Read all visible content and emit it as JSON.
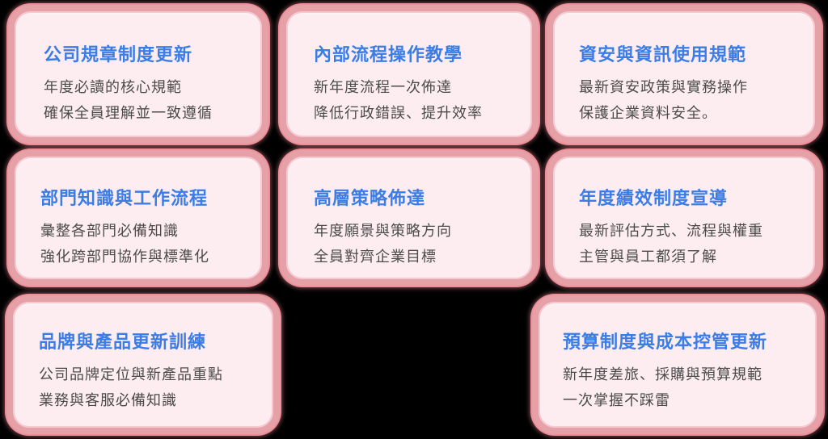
{
  "colors": {
    "background": "#000000",
    "card_fill": "#fdedf1",
    "card_border": "#e6a1a8",
    "title": "#3b7de6",
    "body_text": "#4b4b4b"
  },
  "cards": [
    {
      "title": "公司規章制度更新",
      "lines": [
        "年度必讀的核心規範",
        "確保全員理解並一致遵循"
      ]
    },
    {
      "title": "內部流程操作教學",
      "lines": [
        "新年度流程一次佈達",
        "降低行政錯誤、提升效率"
      ]
    },
    {
      "title": "資安與資訊使用規範",
      "lines": [
        "最新資安政策與實務操作",
        "保護企業資料安全。"
      ]
    },
    {
      "title": "部門知識與工作流程",
      "lines": [
        "彙整各部門必備知識",
        "強化跨部門協作與標準化"
      ]
    },
    {
      "title": "高層策略佈達",
      "lines": [
        "年度願景與策略方向",
        "全員對齊企業目標"
      ]
    },
    {
      "title": "年度績效制度宣導",
      "lines": [
        "最新評估方式、流程與權重",
        "主管與員工都須了解"
      ]
    },
    {
      "title": "品牌與產品更新訓練",
      "lines": [
        "公司品牌定位與新產品重點",
        "業務與客服必備知識"
      ]
    },
    {
      "title": "預算制度與成本控管更新",
      "lines": [
        "新年度差旅、採購與預算規範",
        "一次掌握不踩雷"
      ]
    }
  ]
}
